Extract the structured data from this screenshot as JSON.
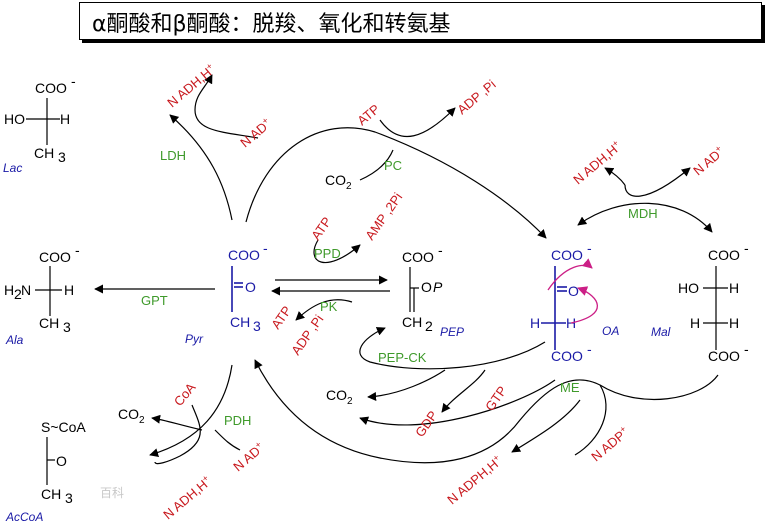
{
  "title": "α酮酸和β酮酸：脱羧、氧化和转氨基",
  "colors": {
    "cofactor": "#c8191e",
    "enzyme": "#3f9a2b",
    "blue": "#1a1aa6",
    "pink": "#cc1f86"
  },
  "lac": {
    "coo": "COO",
    "charge": "-",
    "ho": "HO",
    "h": "H",
    "ch": "CH",
    "sub": "3",
    "tag": "Lac"
  },
  "ala": {
    "coo": "COO",
    "charge": "-",
    "h": "H",
    "nsub": "2",
    "n": "N",
    "h_right": "H",
    "ch": "CH",
    "sub": "3",
    "tag": "Ala"
  },
  "acoa": {
    "scoa": "S~CoA",
    "o": "O",
    "ch": "CH",
    "sub": "3",
    "tag": "AcCoA"
  },
  "pyr": {
    "coo": "COO",
    "charge": "-",
    "o": "O",
    "ch": "CH",
    "sub": "3",
    "tag": "Pyr"
  },
  "pep": {
    "coo": "COO",
    "charge": "-",
    "op": "O",
    "p": "P",
    "ch": "CH",
    "sub": "2",
    "tag": "PEP"
  },
  "oa": {
    "coo_top": "COO",
    "coo_bottom": "COO",
    "charge": "-",
    "o": "O",
    "h_left": "H",
    "h_right": "H",
    "tag": "OA"
  },
  "mal": {
    "coo_top": "COO",
    "coo_bottom": "COO",
    "charge": "-",
    "ho": "HO",
    "h1": "H",
    "h2": "H",
    "h3": "H",
    "tag": "Mal"
  },
  "enzymes": {
    "ldh": "LDH",
    "gpt": "GPT",
    "pdh": "PDH",
    "pc": "PC",
    "ppd": "PPD",
    "pk": "PK",
    "pepck": "PEP-CK",
    "mdh": "MDH",
    "me": "ME"
  },
  "cofactors": {
    "ldh_nadh": "N ADH,H",
    "ldh_nad": "N AD",
    "plus": "+",
    "pc_atp": "ATP",
    "pc_adp": "ADP ,Pi",
    "ppd_atp": "ATP",
    "ppd_amp": "AMP ,2Pi",
    "pk_atp": "ATP",
    "pk_adp": "ADP ,Pi",
    "mdh_nadh": "N ADH,H",
    "mdh_nad": "N AD",
    "pdh_coa": "CoA",
    "pdh_nadh": "N ADH,H",
    "pdh_nad": "N AD",
    "pepck_gdp": "GDP",
    "pepck_gtp": "GTP",
    "me_nadph": "N ADPH,H",
    "me_nadp": "N ADP"
  },
  "small": {
    "co2_pc": "CO",
    "co2_pdh": "CO",
    "co2_pepck": "CO",
    "sub2": "2"
  },
  "watermark": "百科"
}
